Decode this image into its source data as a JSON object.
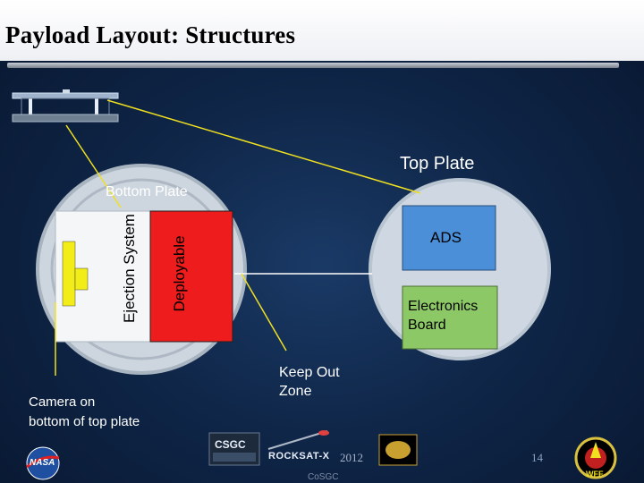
{
  "slide": {
    "title": "Payload Layout: Structures",
    "page_number": "14"
  },
  "labels": {
    "top_plate": "Top Plate",
    "bottom_plate": "Bottom Plate",
    "ejection_system": "Ejection System",
    "deployable": "Deployable",
    "ads": "ADS",
    "electronics_board_line1": "Electronics",
    "electronics_board_line2": "Board",
    "keep_out_line1": "Keep Out",
    "keep_out_line2": "Zone",
    "camera_line1": "Camera on",
    "camera_line2": "bottom of top plate"
  },
  "footer": {
    "csgc_logo_text": "CSGC",
    "rocksat_logo_text": "ROCKSAT-X",
    "rocksat_year": "2012",
    "nasa_logo_text": "NASA",
    "wff_logo_text": "WFF",
    "cosgc_caption": "CoSGC"
  },
  "colors": {
    "deployable": "#ee1c1c",
    "ejection_system": "#ffffff",
    "ads": "#4a8fd8",
    "electronics_board": "#8cc866",
    "plate": "#cfd8e3",
    "leader_line": "#f0e020"
  }
}
